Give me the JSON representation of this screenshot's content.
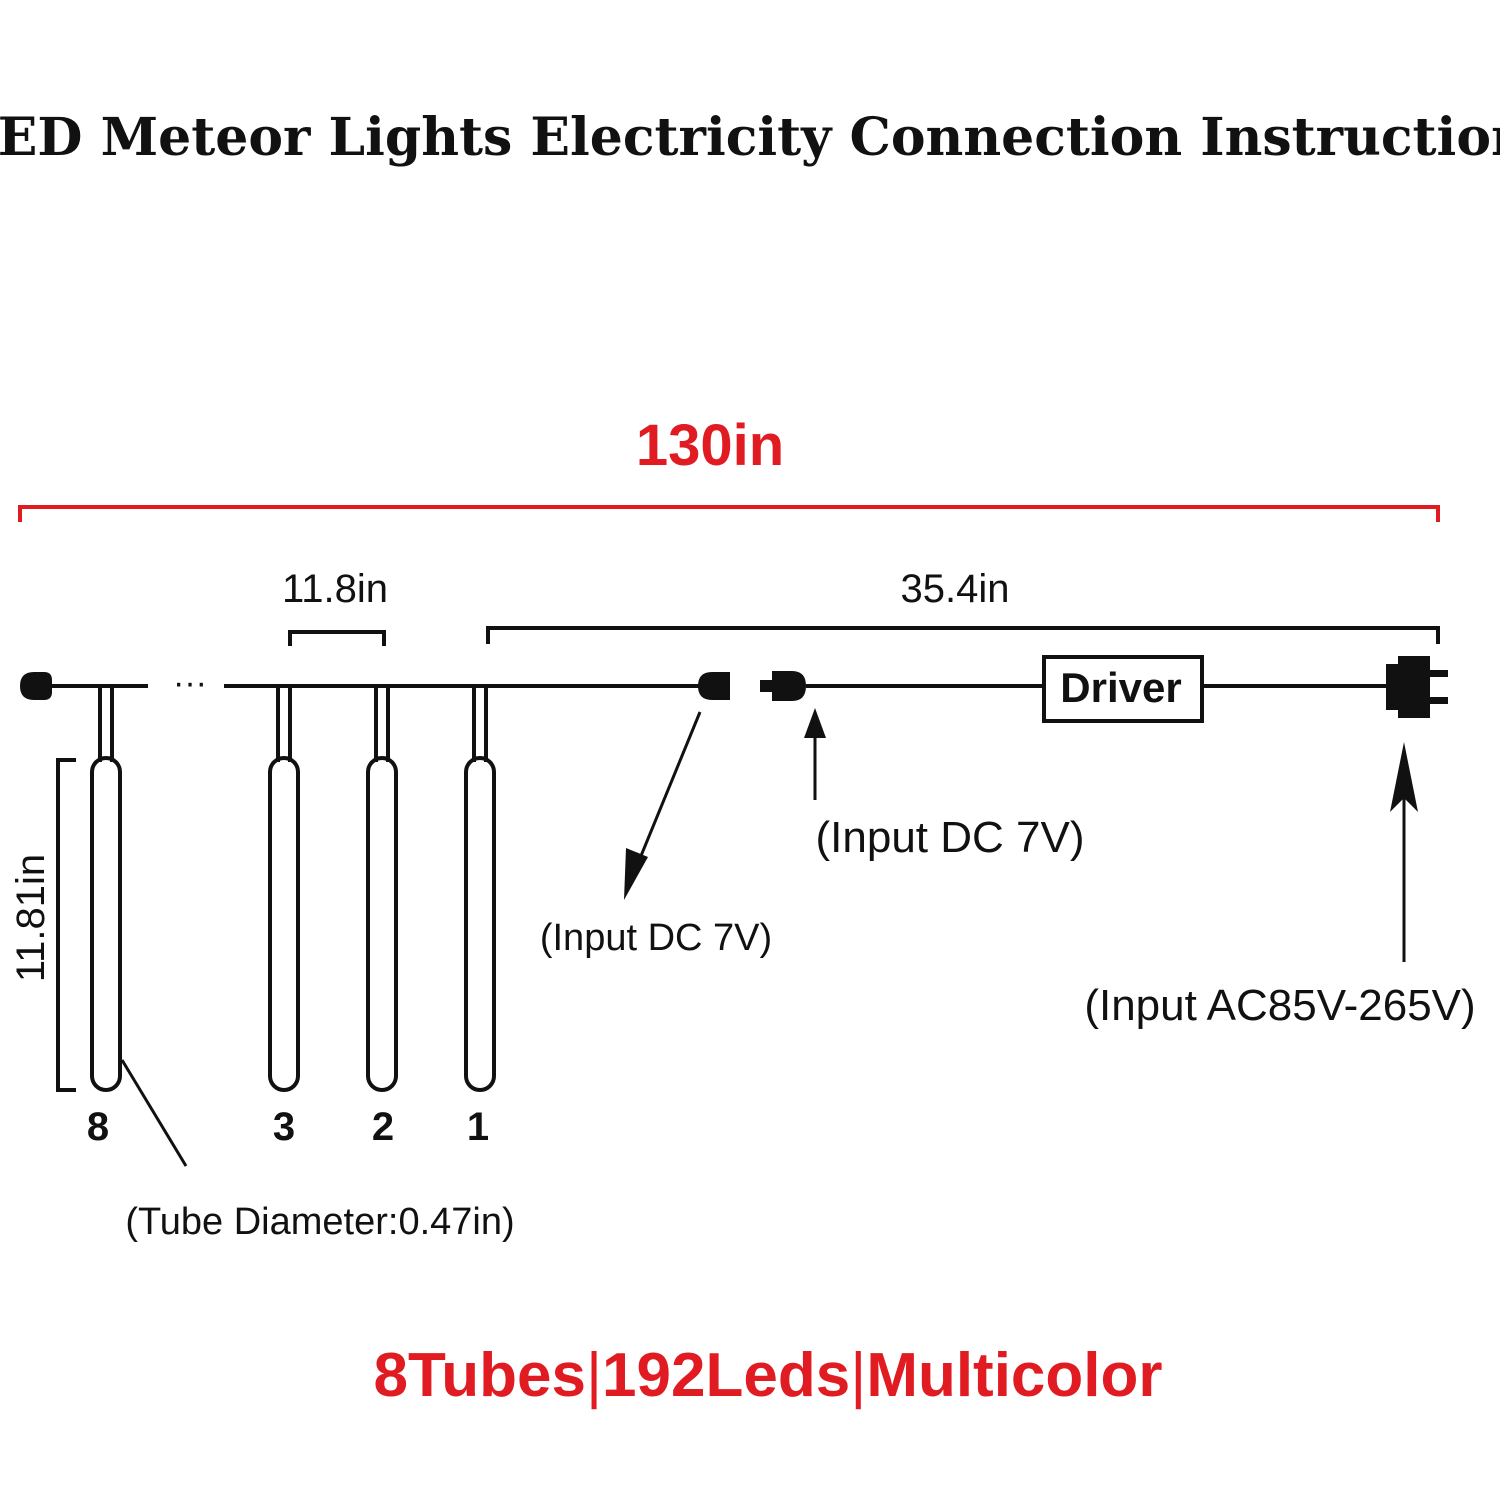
{
  "title": "LED Meteor Lights Electricity Connection Instruction",
  "colors": {
    "accent": "#e01b22",
    "ink": "#111111",
    "background": "#ffffff"
  },
  "dimensions": {
    "total_length": "130in",
    "tube_spacing": "11.8in",
    "lead_length": "35.4in",
    "tube_length": "11.81in"
  },
  "tubes": [
    {
      "label": "8"
    },
    {
      "label": "3"
    },
    {
      "label": "2"
    },
    {
      "label": "1"
    }
  ],
  "ellipsis": "···",
  "driver_label": "Driver",
  "annotations": {
    "female_connector": "(Input DC 7V)",
    "male_connector": "(Input DC 7V)",
    "plug": "(Input AC85V-265V)",
    "tube_diameter": "(Tube Diameter:0.47in)"
  },
  "footer": {
    "tubes": "8Tubes",
    "sep1": "|",
    "leds": "192Leds",
    "sep2": "|",
    "color": "Multicolor"
  }
}
